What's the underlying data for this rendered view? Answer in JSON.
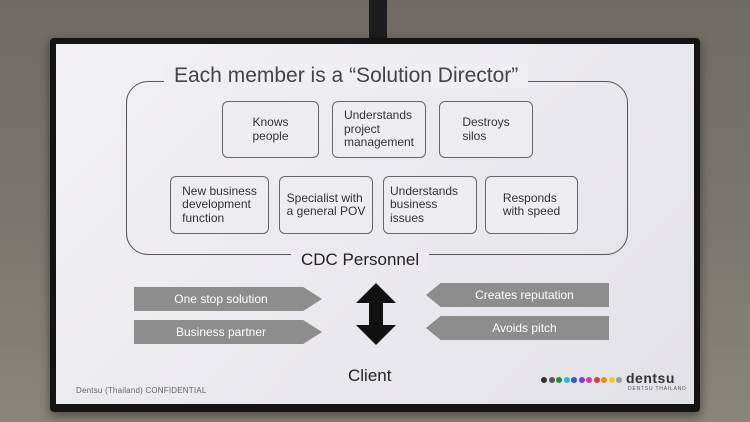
{
  "slide": {
    "title": "Each member is a “Solution Director”",
    "boxes": [
      "Knows\npeople",
      "Understands\nproject\nmanagement",
      "Destroys\nsilos",
      "New business\ndevelopment\nfunction",
      "Specialist with\na general POV",
      "Understands\nbusiness issues",
      "Responds\nwith speed"
    ],
    "personnel_label": "CDC Personnel",
    "left_arrows": [
      "One stop solution",
      "Business partner"
    ],
    "right_arrows": [
      "Creates reputation",
      "Avoids pitch"
    ],
    "client_label": "Client",
    "footer_confidential": "Dentsu (Thailand) CONFIDENTIAL",
    "logo_text": "dentsu",
    "logo_subtext": "DENTSU THAILAND",
    "logo_dot_colors": [
      "#333333",
      "#555555",
      "#1f8f3a",
      "#2fb7d1",
      "#2c5bd6",
      "#7a3dc8",
      "#d23c9a",
      "#e23b3b",
      "#f08a1c",
      "#e8cf1f",
      "#9a9a9a"
    ],
    "arrow_gray": "#8d8d8d"
  }
}
